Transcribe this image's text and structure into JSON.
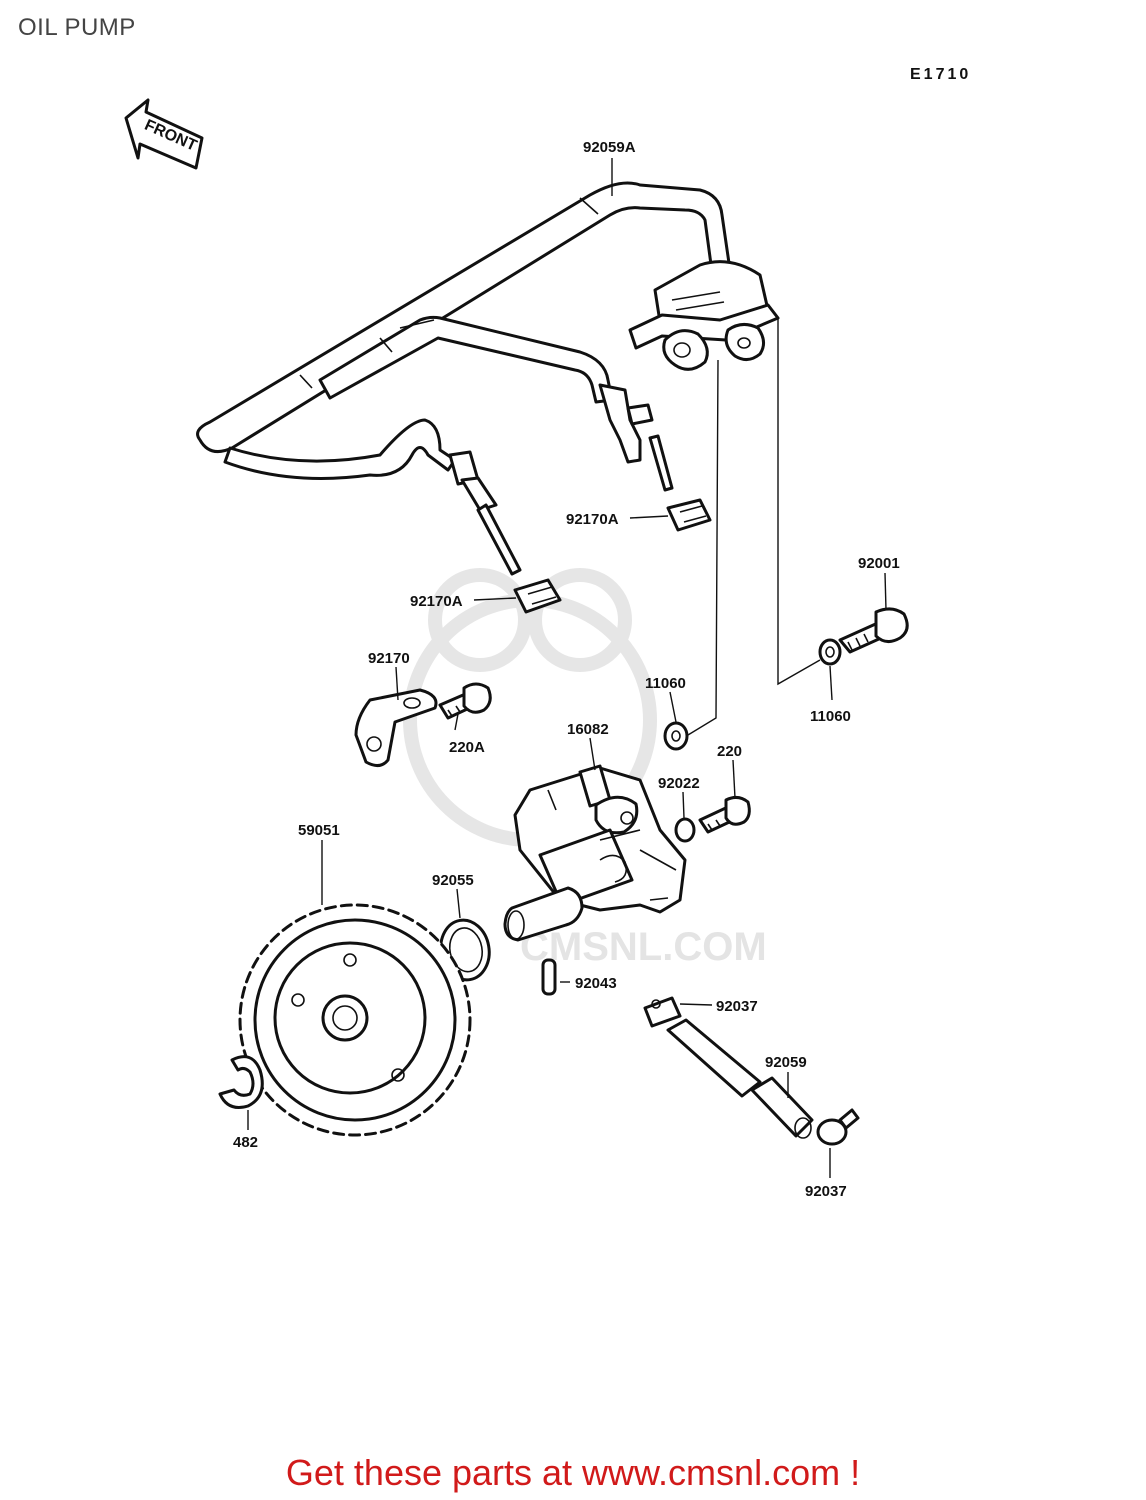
{
  "title": "OIL PUMP",
  "diagram_code": "E1710",
  "front_label": "FRONT",
  "watermark": "CMSNL.COM",
  "footer": "Get these parts at www.cmsnl.com !",
  "callouts": {
    "p92059A": "92059A",
    "p92170A_upper": "92170A",
    "p92170A_lower": "92170A",
    "p92001": "92001",
    "p92170": "92170",
    "p11060_left": "11060",
    "p11060_right": "11060",
    "p220A": "220A",
    "p16082": "16082",
    "p220": "220",
    "p92022": "92022",
    "p59051": "59051",
    "p92055": "92055",
    "p92043": "92043",
    "p92037_upper": "92037",
    "p92059": "92059",
    "p482": "482",
    "p92037_lower": "92037"
  }
}
